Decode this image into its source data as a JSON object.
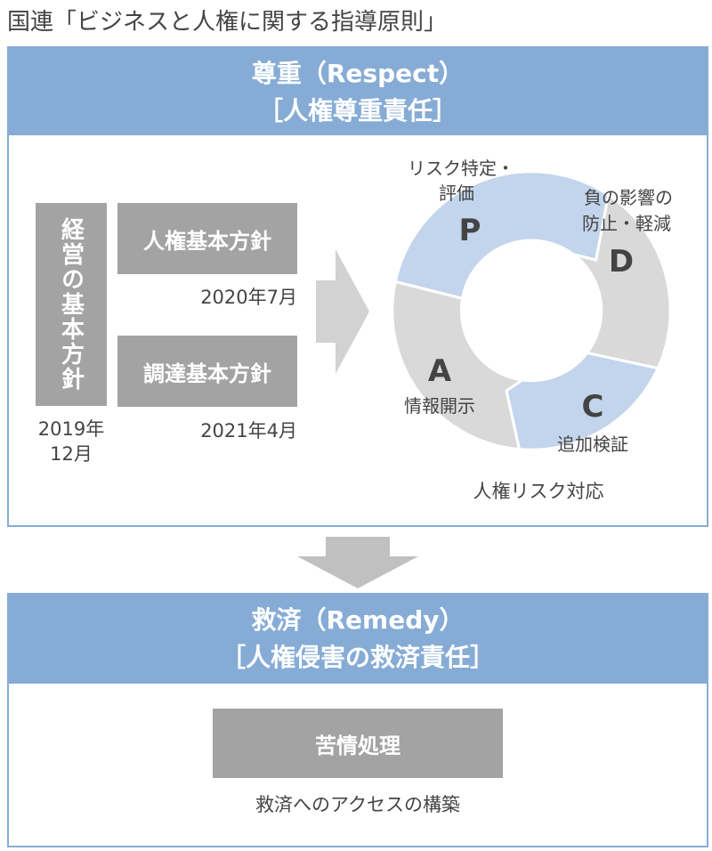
{
  "title": "国連「ビジネスと人権に関する指導原則」",
  "respect": {
    "heading": "尊重（Respect）",
    "subheading": "［人権尊重責任］",
    "management_policy": "経営の基本方針",
    "management_date_1": "2019年",
    "management_date_2": "12月",
    "human_rights_policy": "人権基本方針",
    "human_rights_date": "2020年7月",
    "procurement_policy": "調達基本方針",
    "procurement_date": "2021年4月",
    "cycle": {
      "p_letter": "P",
      "p_label_1": "リスク特定・",
      "p_label_2": "評価",
      "d_letter": "D",
      "d_label_1": "負の影響の",
      "d_label_2": "防止・軽減",
      "c_letter": "C",
      "c_label": "追加検証",
      "a_letter": "A",
      "a_label": "情報開示",
      "caption": "人権リスク対応"
    }
  },
  "remedy": {
    "heading": "救済（Remedy）",
    "subheading": "［人権侵害の救済責任］",
    "box": "苦情処理",
    "caption": "救済へのアクセスの構築"
  },
  "colors": {
    "header_blue": "#86acd6",
    "box_gray": "#a3a3a3",
    "light_blue": "#c3d5ec",
    "light_gray": "#d9d9d9"
  }
}
